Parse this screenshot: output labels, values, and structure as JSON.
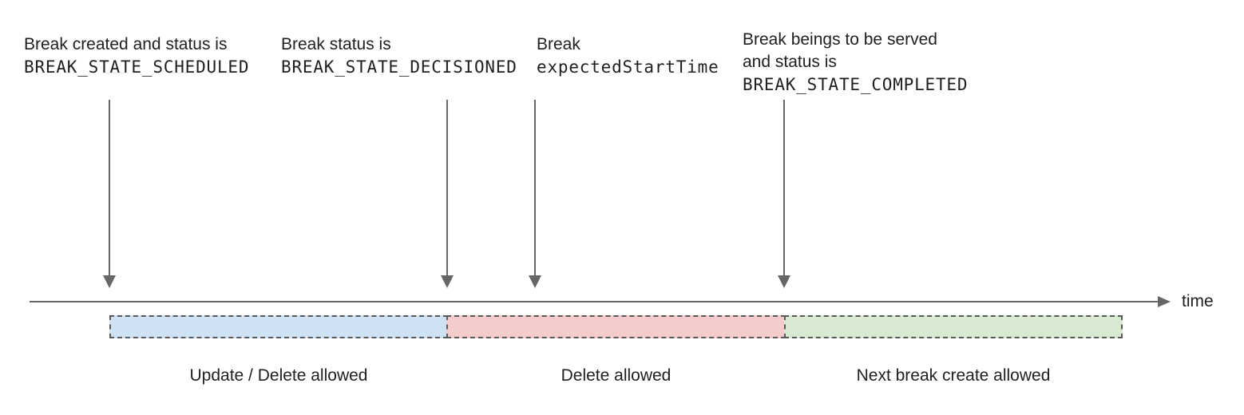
{
  "annotations": [
    {
      "line1": "Break created and status is",
      "line2": "BREAK_STATE_SCHEDULED"
    },
    {
      "line1": "Break status is",
      "line2": "BREAK_STATE_DECISIONED"
    },
    {
      "line1": "Break",
      "line2": "expectedStartTime"
    },
    {
      "line1": "Break beings to be served",
      "line2": "and status is",
      "line3": "BREAK_STATE_COMPLETED"
    }
  ],
  "timeline": {
    "axis_label": "time"
  },
  "segments": [
    {
      "label": "Update / Delete allowed",
      "fill": "#cfe2f3"
    },
    {
      "label": "Delete allowed",
      "fill": "#f4cccc"
    },
    {
      "label": "Next break create allowed",
      "fill": "#d9ead3"
    }
  ],
  "colors": {
    "arrow": "#666666",
    "segment_border": "#595959",
    "text": "#1f1f1f",
    "background": "#ffffff"
  }
}
